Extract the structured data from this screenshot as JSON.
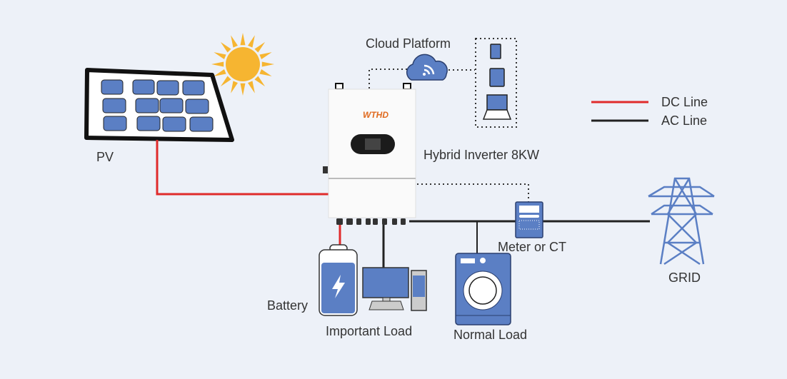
{
  "labels": {
    "pv": "PV",
    "cloud": "Cloud Platform",
    "inverter": "Hybrid Inverter 8KW",
    "inverter_logo": "WTHD",
    "meter": "Meter or CT",
    "grid": "GRID",
    "battery": "Battery",
    "important_load": "Important Load",
    "normal_load": "Normal Load"
  },
  "legend": [
    {
      "label": "DC Line",
      "color": "#e02b2b"
    },
    {
      "label": "AC Line",
      "color": "#222222"
    }
  ],
  "colors": {
    "device_blue": "#5b7fc4",
    "sun": "#f6b531",
    "background": "#edf1f8"
  }
}
